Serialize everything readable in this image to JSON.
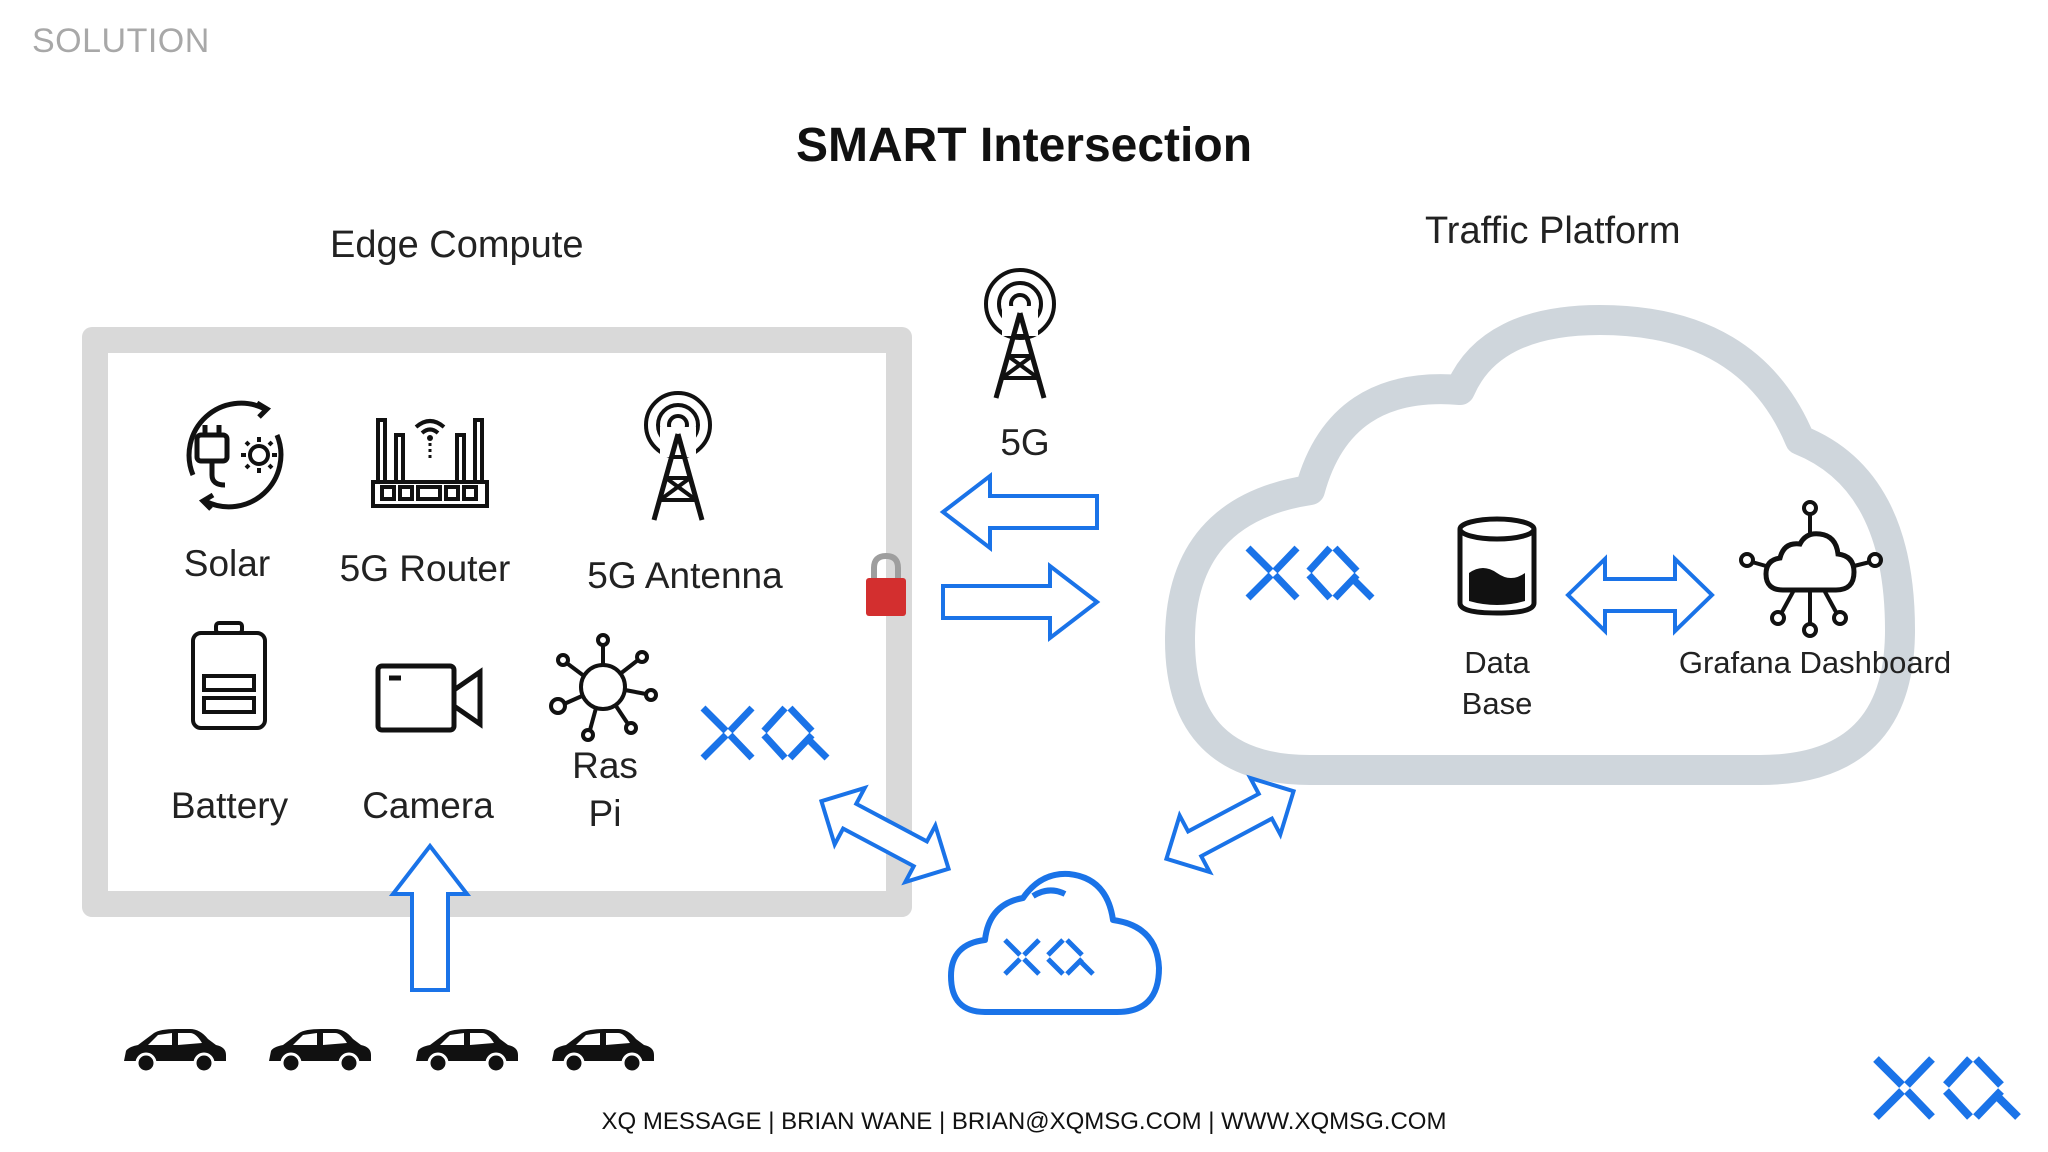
{
  "header": {
    "section_label": "SOLUTION",
    "title": "SMART Intersection"
  },
  "edge": {
    "title": "Edge Compute",
    "items": [
      {
        "icon": "solar-power-icon",
        "label": "Solar"
      },
      {
        "icon": "router-icon",
        "label": "5G Router"
      },
      {
        "icon": "antenna-tower-icon",
        "label": "5G Antenna"
      },
      {
        "icon": "battery-icon",
        "label": "Battery"
      },
      {
        "icon": "camera-icon",
        "label": "Camera"
      },
      {
        "icon": "raspberry-pi-network-icon",
        "label_line1": "Ras",
        "label_line2": "Pi"
      }
    ]
  },
  "network": {
    "tower_label": "5G"
  },
  "platform": {
    "title": "Traffic Platform",
    "database_line1": "Data",
    "database_line2": "Base",
    "dashboard_label": "Grafana Dashboard"
  },
  "footer": {
    "text": "XQ MESSAGE | BRIAN WANE | BRIAN@XQMSG.COM | WWW.XQMSG.COM"
  },
  "colors": {
    "accent_blue": "#1a73e8",
    "box_gray": "#d9d9d9",
    "cloud_gray": "#cfd6dc",
    "lock_red": "#d32f2f"
  }
}
